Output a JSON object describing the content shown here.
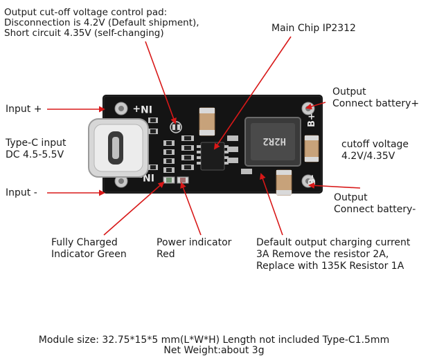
{
  "labels": {
    "cutoff_pad": "Output cut-off voltage control pad:\nDisconnection is 4.2V (Default shipment),\nShort circuit 4.35V (self-changing)",
    "main_chip": "Main Chip IP2312",
    "input_plus": "Input +",
    "type_c": "Type-C input\nDC 4.5-5.5V",
    "input_minus": "Input -",
    "output_plus": "Output\nConnect battery+",
    "cutoff_voltage": "cutoff voltage\n4.2V/4.35V",
    "output_minus": "Output\nConnect battery-",
    "fully_charged": "Fully Charged\nIndicator Green",
    "power_indicator": "Power indicator\nRed",
    "default_current": "Default output charging current\n3A Remove the resistor 2A,\nReplace with 135K Resistor 1A"
  },
  "board_silk": {
    "in_plus": "IN+",
    "in_minus": "IN-",
    "b_plus": "B+",
    "b_minus": "B-",
    "inductor": "H2R2"
  },
  "footer": {
    "size": "Module size:  32.75*15*5 mm(L*W*H) Length not included Type-C1.5mm",
    "weight": "Net Weight:about 3g"
  },
  "colors": {
    "arrow": "#d81818",
    "board": "#141414",
    "pad": "#c9c9c9"
  }
}
